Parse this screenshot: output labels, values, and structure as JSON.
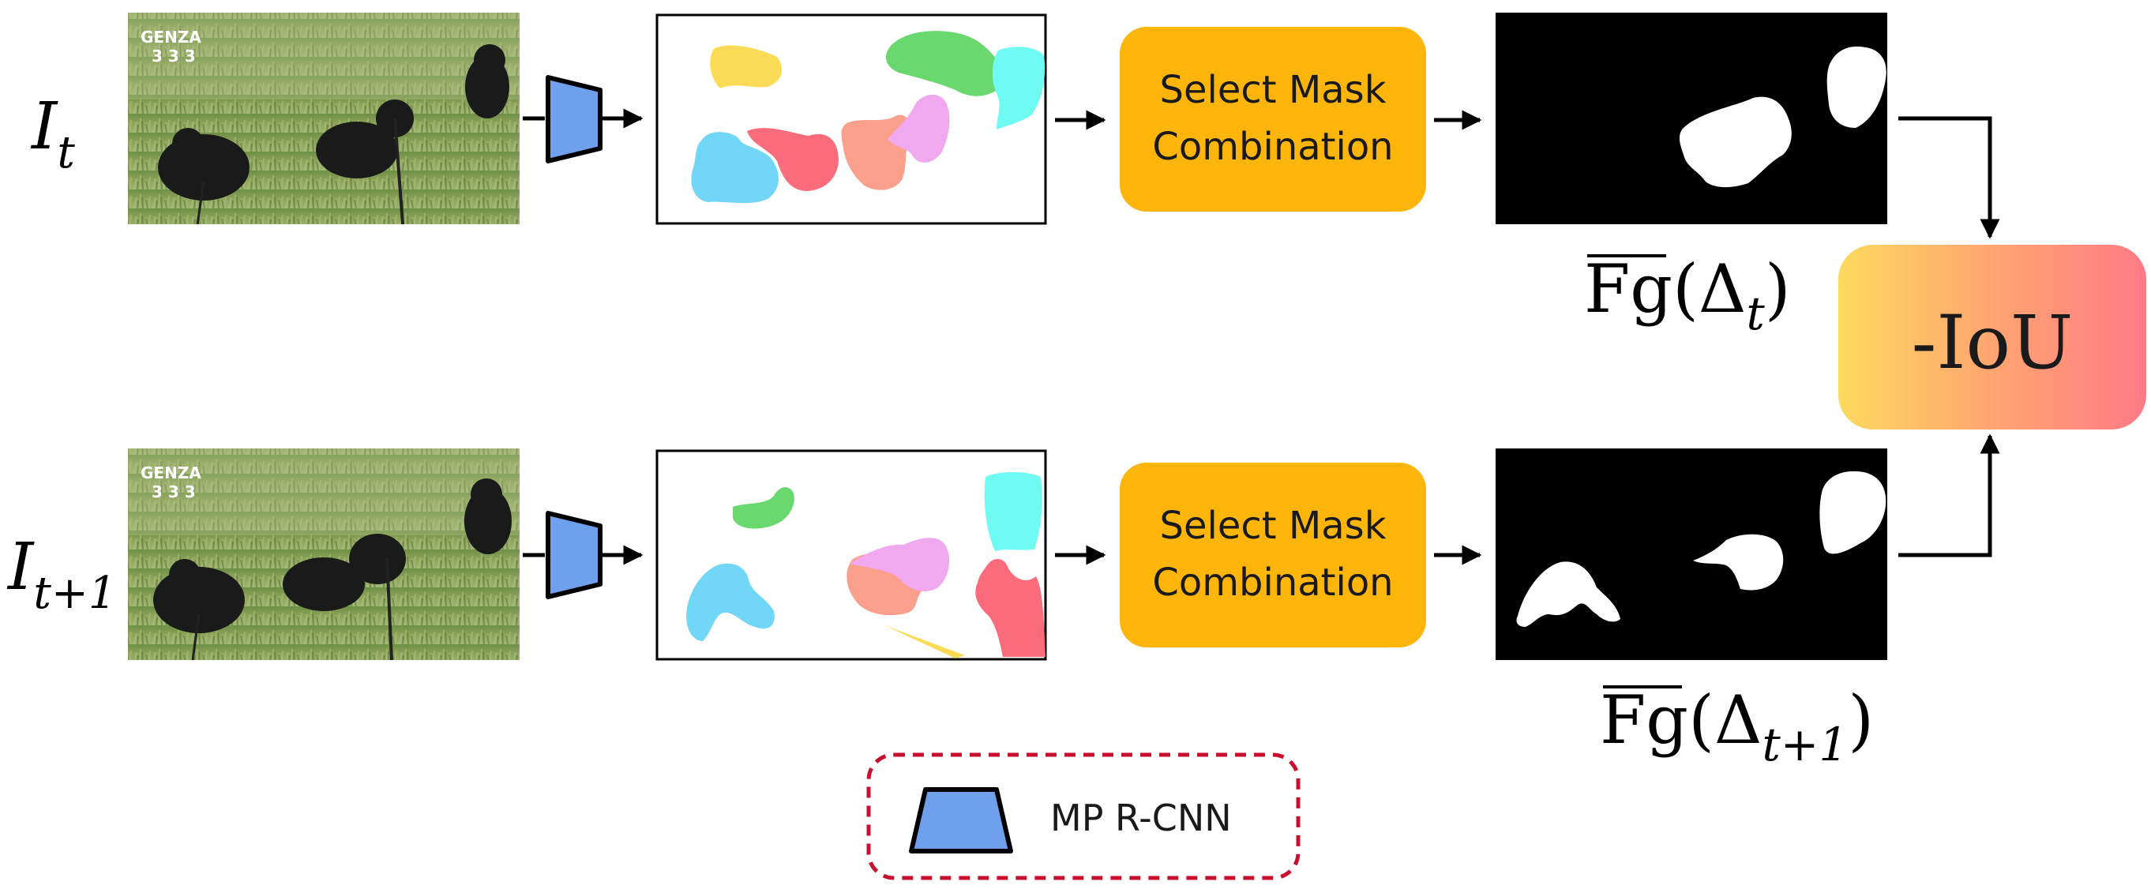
{
  "rows": [
    {
      "id": "t",
      "frame_label": {
        "base": "I",
        "sub": "t"
      },
      "watermark": {
        "line1": "GENZA",
        "line2": "3 3 3"
      },
      "step_label_line1": "Select Mask",
      "step_label_line2": "Combination",
      "fg_label": {
        "base": "Fg",
        "open": "(Δ",
        "sub": "t",
        "close": ")"
      }
    },
    {
      "id": "t+1",
      "frame_label": {
        "base": "I",
        "sub": "t+1"
      },
      "watermark": {
        "line1": "GENZA",
        "line2": "3 3 3"
      },
      "step_label_line1": "Select Mask",
      "step_label_line2": "Combination",
      "fg_label": {
        "base": "Fg",
        "open": "(Δ",
        "sub": "t+1",
        "close": ")"
      }
    }
  ],
  "loss_label": "-IoU",
  "legend": {
    "label": "MP R-CNN"
  },
  "colors": {
    "model_blue": "#6FA0EC",
    "step_orange": "#FDB50A",
    "loss_gradient": [
      "#FDDA5E",
      "#FFA571",
      "#FF7A86"
    ],
    "legend_border": "#C8102E",
    "mask_yellow": "#FBDB56",
    "mask_green": "#69D86E",
    "mask_cyan": "#6FFAF2",
    "mask_blue": "#72D6F6",
    "mask_red": "#FA6C7C",
    "mask_salmon": "#FCA08E",
    "mask_pink": "#F0A8EE"
  }
}
